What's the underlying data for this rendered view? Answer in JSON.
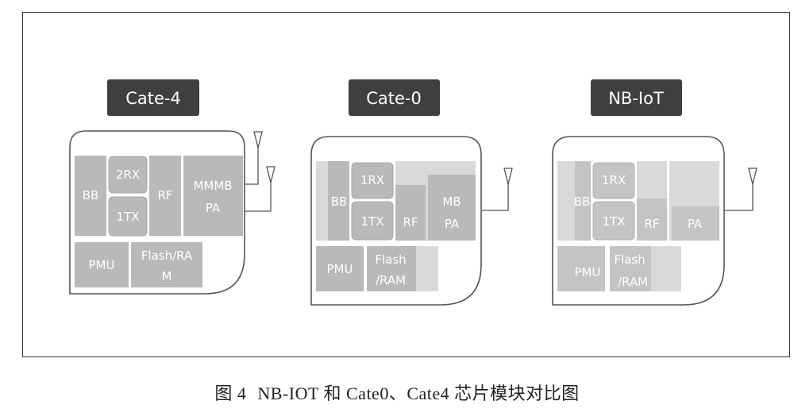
{
  "diagrams": [
    {
      "title": "Cate-4",
      "blocks": {
        "bb": "BB",
        "rx": "2RX",
        "tx": "1TX",
        "rf": "RF",
        "pa_line1": "MMMB",
        "pa_line2": "PA",
        "pmu": "PMU",
        "flash_line1": "Flash/RA",
        "flash_line2": "M"
      }
    },
    {
      "title": "Cate-0",
      "blocks": {
        "bb": "BB",
        "rx": "1RX",
        "tx": "1TX",
        "rf": "RF",
        "pa_line1": "MB",
        "pa_line2": "PA",
        "pmu": "PMU",
        "flash_line1": "Flash",
        "flash_line2": "/RAM"
      }
    },
    {
      "title": "NB-IoT",
      "blocks": {
        "bb": "BB",
        "rx": "1RX",
        "tx": "1TX",
        "rf": "RF",
        "pa": "PA",
        "pmu": "PMU",
        "flash_line1": "Flash",
        "flash_line2": "/RAM"
      }
    }
  ],
  "caption": {
    "number": "图 4",
    "text": "NB-IOT 和 Cate0、Cate4 芯片模块对比图"
  },
  "colors": {
    "title_bg": "#3f3f3f",
    "block_dark": "#b9b9b9",
    "block_light": "#d9d9d9",
    "frame": "#333333",
    "module_border": "#555555"
  }
}
